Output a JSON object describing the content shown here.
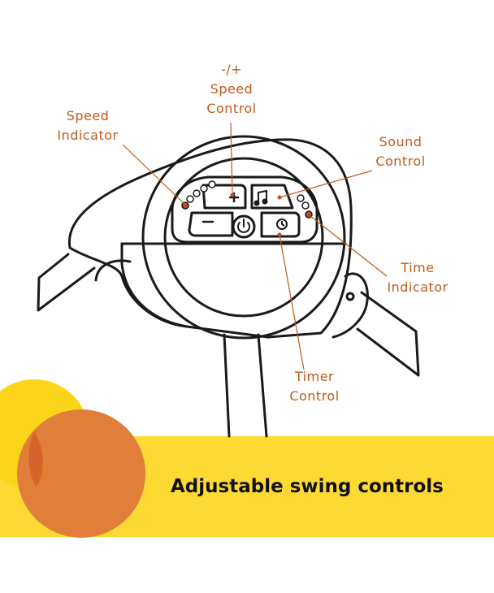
{
  "colors": {
    "label_text": "#c05a1c",
    "leader_line": "#c05a1c",
    "indicator_dot": "#c24a1e",
    "outline": "#1a1a1a",
    "banner": "#fdd933",
    "circle_yellow": "#fcd419",
    "circle_orange": "#e07e3a",
    "circle_overlap": "#d8632a"
  },
  "labels": {
    "speed_control": [
      "-/+",
      "Speed",
      "Control"
    ],
    "speed_indicator": [
      "Speed",
      "Indicator"
    ],
    "sound_control": [
      "Sound",
      "Control"
    ],
    "time_indicator": [
      "Time",
      "Indicator"
    ],
    "timer_control": [
      "Timer",
      "Control"
    ]
  },
  "buttons": {
    "plus": "+",
    "minus": "−",
    "sound_icon": "music-note-icon",
    "timer_icon": "clock-icon",
    "power_icon": "power-icon"
  },
  "banner": {
    "text": "Adjustable swing controls"
  }
}
